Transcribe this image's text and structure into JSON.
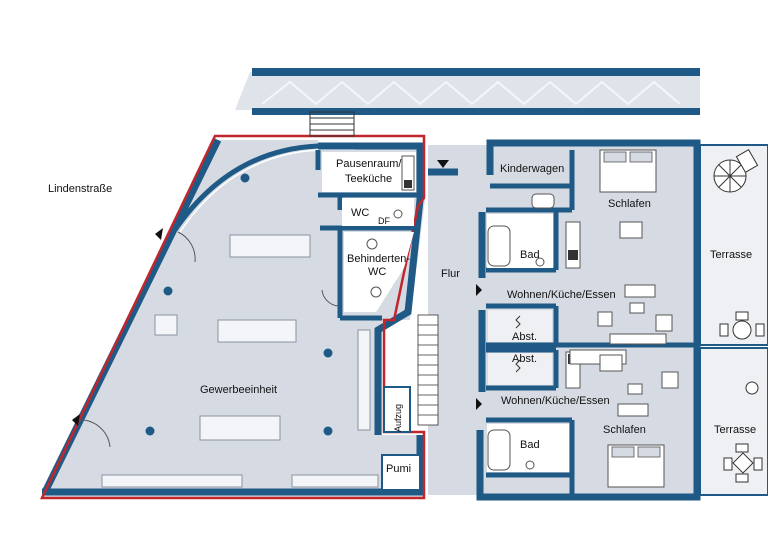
{
  "colors": {
    "wall": "#1f5a86",
    "floor": "#d6dbe3",
    "outline": "#c0262c",
    "terrace": "#eef0f3",
    "street": "#dfe3ea"
  },
  "street_name": "Lindenstraße",
  "rooms": {
    "pausenraum": "Pausenraum/",
    "teekueche": "Teeküche",
    "wc": "WC",
    "df": "DF",
    "behinderten": "Behinderten-",
    "behinderten_wc": "WC",
    "gewerbe": "Gewerbeeinheit",
    "aufzug": "Aufzug",
    "pumi": "Pumi",
    "flur": "Flur",
    "kinderwagen": "Kinderwagen",
    "bad_top": "Bad",
    "schlafen_top": "Schlafen",
    "wohnen_top": "Wohnen/Küche/Essen",
    "abst_top": "Abst.",
    "abst_bottom": "Abst.",
    "wohnen_bottom": "Wohnen/Küche/Essen",
    "bad_bottom": "Bad",
    "schlafen_bottom": "Schlafen",
    "terrasse_top": "Terrasse",
    "terrasse_bottom": "Terrasse"
  },
  "icons": [
    "door-arrow-icon",
    "toilet-icon",
    "bathtub-icon",
    "bed-icon",
    "sofa-icon",
    "table-icon",
    "umbrella-icon",
    "stairs-icon",
    "column-icon"
  ]
}
